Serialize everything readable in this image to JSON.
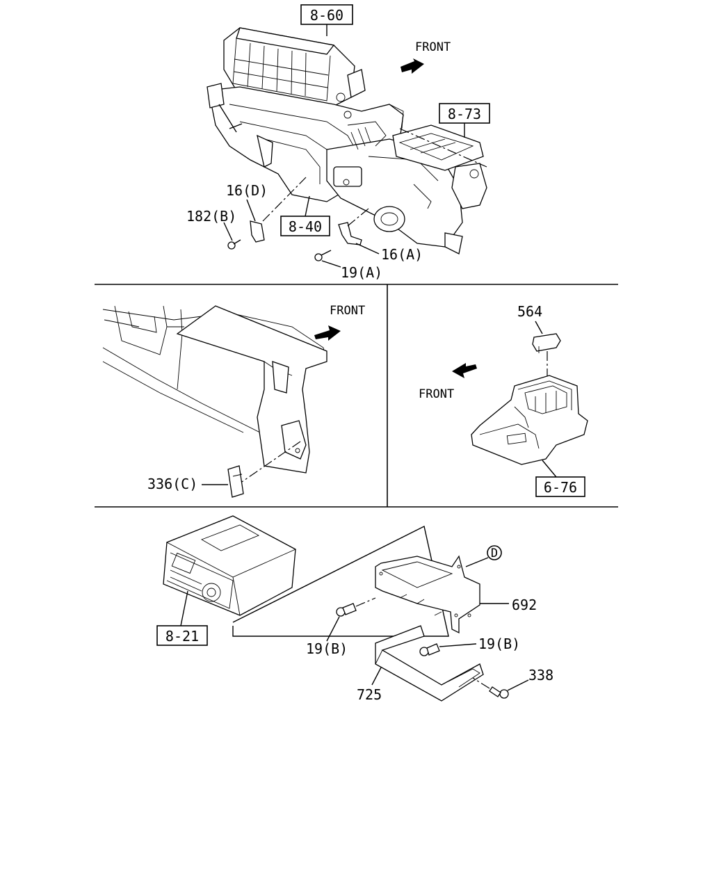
{
  "refs": {
    "top_heater": "8-60",
    "top_blower": "8-73",
    "top_mid": "8-40",
    "console": "6-76",
    "radio": "8-21"
  },
  "parts": {
    "p16d": "16(D)",
    "p182b": "182(B)",
    "p16a": "16(A)",
    "p19a": "19(A)",
    "p336c": "336(C)",
    "p564": "564",
    "p692": "692",
    "p19b_left": "19(B)",
    "p19b_right": "19(B)",
    "p725": "725",
    "p338": "338",
    "circle_d": "D"
  },
  "direction": {
    "top": "FRONT",
    "mid_left": "FRONT",
    "mid_right": "FRONT"
  }
}
